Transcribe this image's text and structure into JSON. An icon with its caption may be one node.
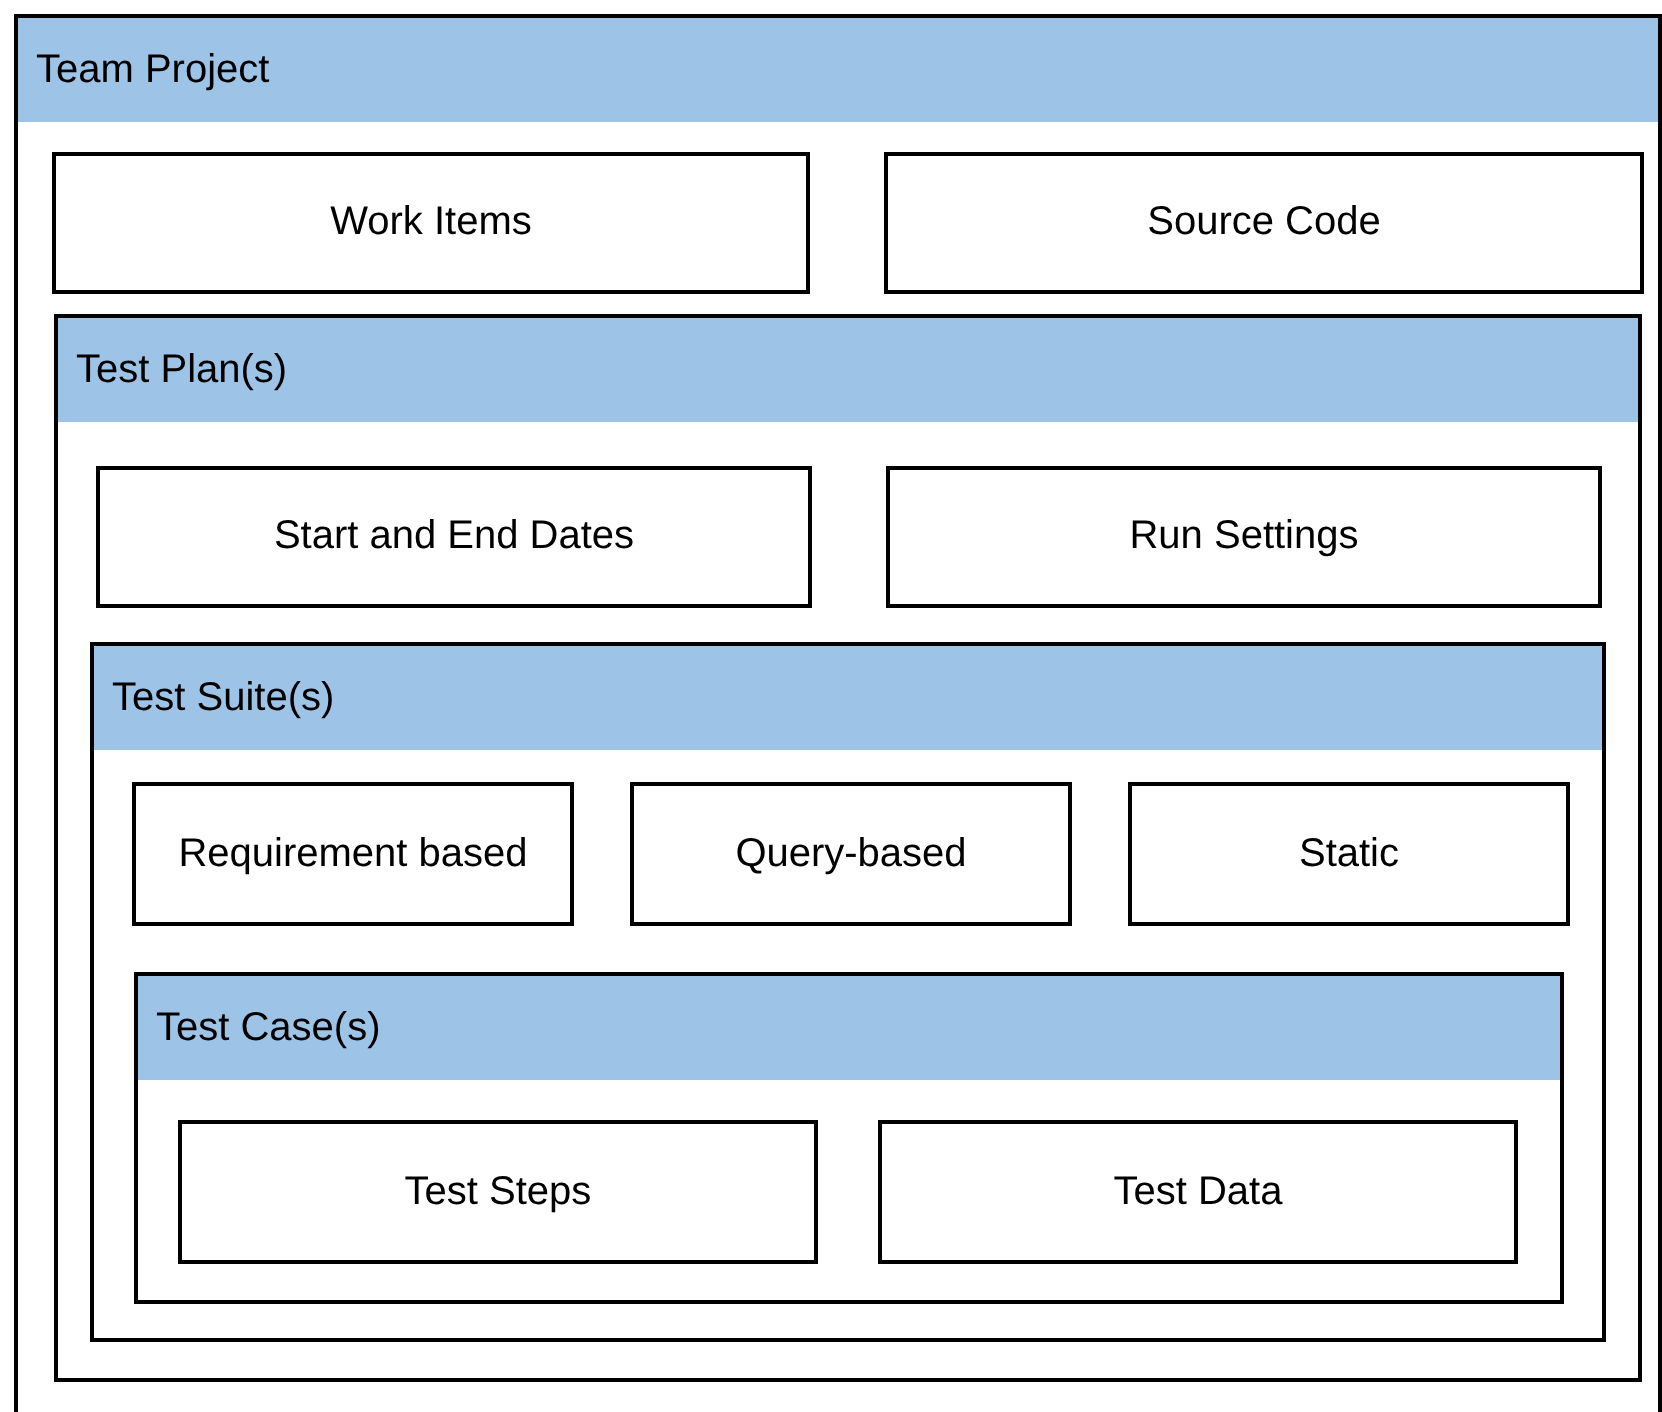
{
  "diagram": {
    "nodes": [
      {
        "text": [
          "Team Project"
        ]
      },
      {
        "text": [
          "Work Items"
        ],
        "in": 0
      },
      {
        "text": [
          "Source Code"
        ],
        "in": 0
      },
      {
        "text": [
          "Test Plan(s)"
        ],
        "in": 0
      },
      {
        "text": [
          "Start and End Dates"
        ],
        "in": 3
      },
      {
        "text": [
          "Run Settings"
        ],
        "in": 3
      },
      {
        "text": [
          "Test Suite(s)"
        ],
        "in": 3
      },
      {
        "text": [
          "Requirement based"
        ],
        "in": 6
      },
      {
        "text": [
          "Query-based"
        ],
        "in": 6
      },
      {
        "text": [
          "Static"
        ],
        "in": 6
      },
      {
        "text": [
          "Test Case(s)"
        ],
        "in": 6
      },
      {
        "text": [
          "Test Steps"
        ],
        "in": 10
      },
      {
        "text": [
          "Test Data"
        ],
        "in": 10
      }
    ]
  }
}
